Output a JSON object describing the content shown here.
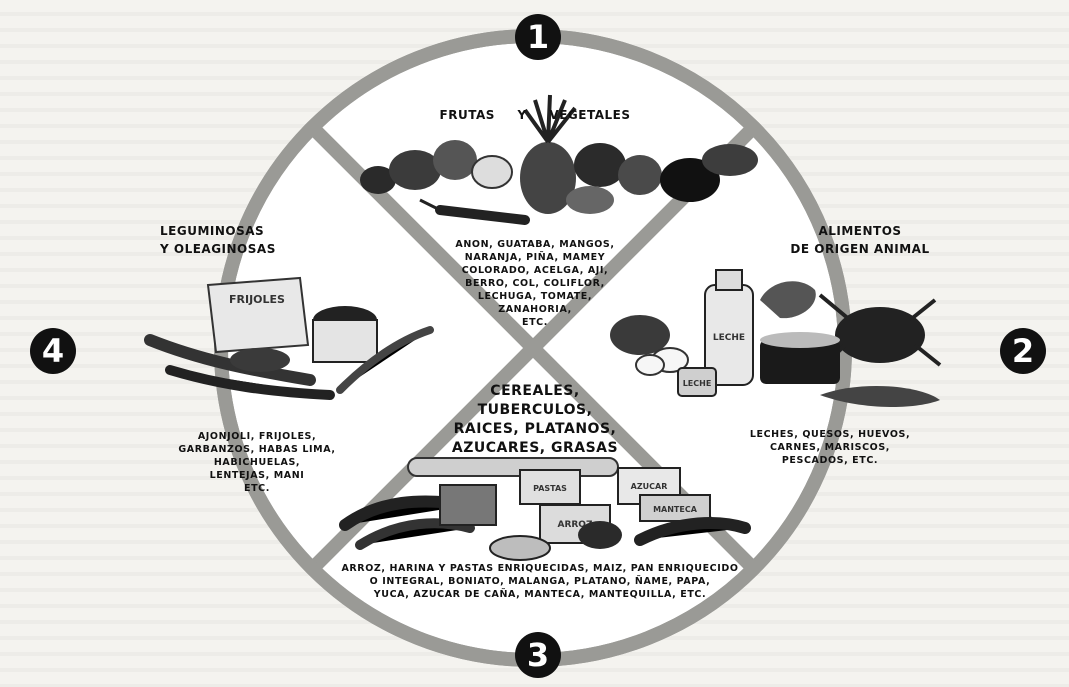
{
  "diagram": {
    "numbers": [
      "1",
      "2",
      "3",
      "4"
    ],
    "groups": [
      {
        "id": 1,
        "title": "FRUTAS Y VEGETALES",
        "foods": "ANON, GUATABA, MANGOS,\nNARANJA, PIÑA, MAMEY\nCOLORADO, ACELGA, AJI,\nBERRO, COL, COLIFLOR,\nLECHUGA, TOMATE,\nZANAHORIA,\nETC."
      },
      {
        "id": 2,
        "title": "ALIMENTOS\nDE ORIGEN ANIMAL",
        "foods": "LECHES, QUESOS, HUEVOS,\nCARNES, MARISCOS,\nPESCADOS, ETC."
      },
      {
        "id": 3,
        "title": "CEREALES,\nTUBERCULOS,\nRAICES, PLATANOS,\nAZUCARES, GRASAS",
        "foods": "ARROZ, HARINA Y PASTAS ENRIQUECIDAS, MAIZ, PAN ENRIQUECIDO\nO INTEGRAL, BONIATO, MALANGA, PLATANO, ÑAME, PAPA,\nYUCA, AZUCAR DE CAÑA, MANTECA, MANTEQUILLA, ETC."
      },
      {
        "id": 4,
        "title": "LEGUMINOSAS\nY OLEAGINOSAS",
        "foods": "AJONJOLI, FRIJOLES,\nGARBANZOS, HABAS LIMA,\nHABICHUELAS,\nLENTEJAS, MANI\nETC."
      }
    ],
    "illustration_labels": {
      "beans_bag": "FRIJOLES",
      "milk_bottle": "LECHE",
      "can": "LECHE",
      "rice_bag": "ARROZ",
      "butter": "MANTECA",
      "pasta_box": "PASTAS",
      "sugar_bag": "AZUCAR"
    }
  },
  "colors": {
    "ring": "#9a9a96",
    "paper": "#f4f3ef",
    "ink": "#111111"
  }
}
